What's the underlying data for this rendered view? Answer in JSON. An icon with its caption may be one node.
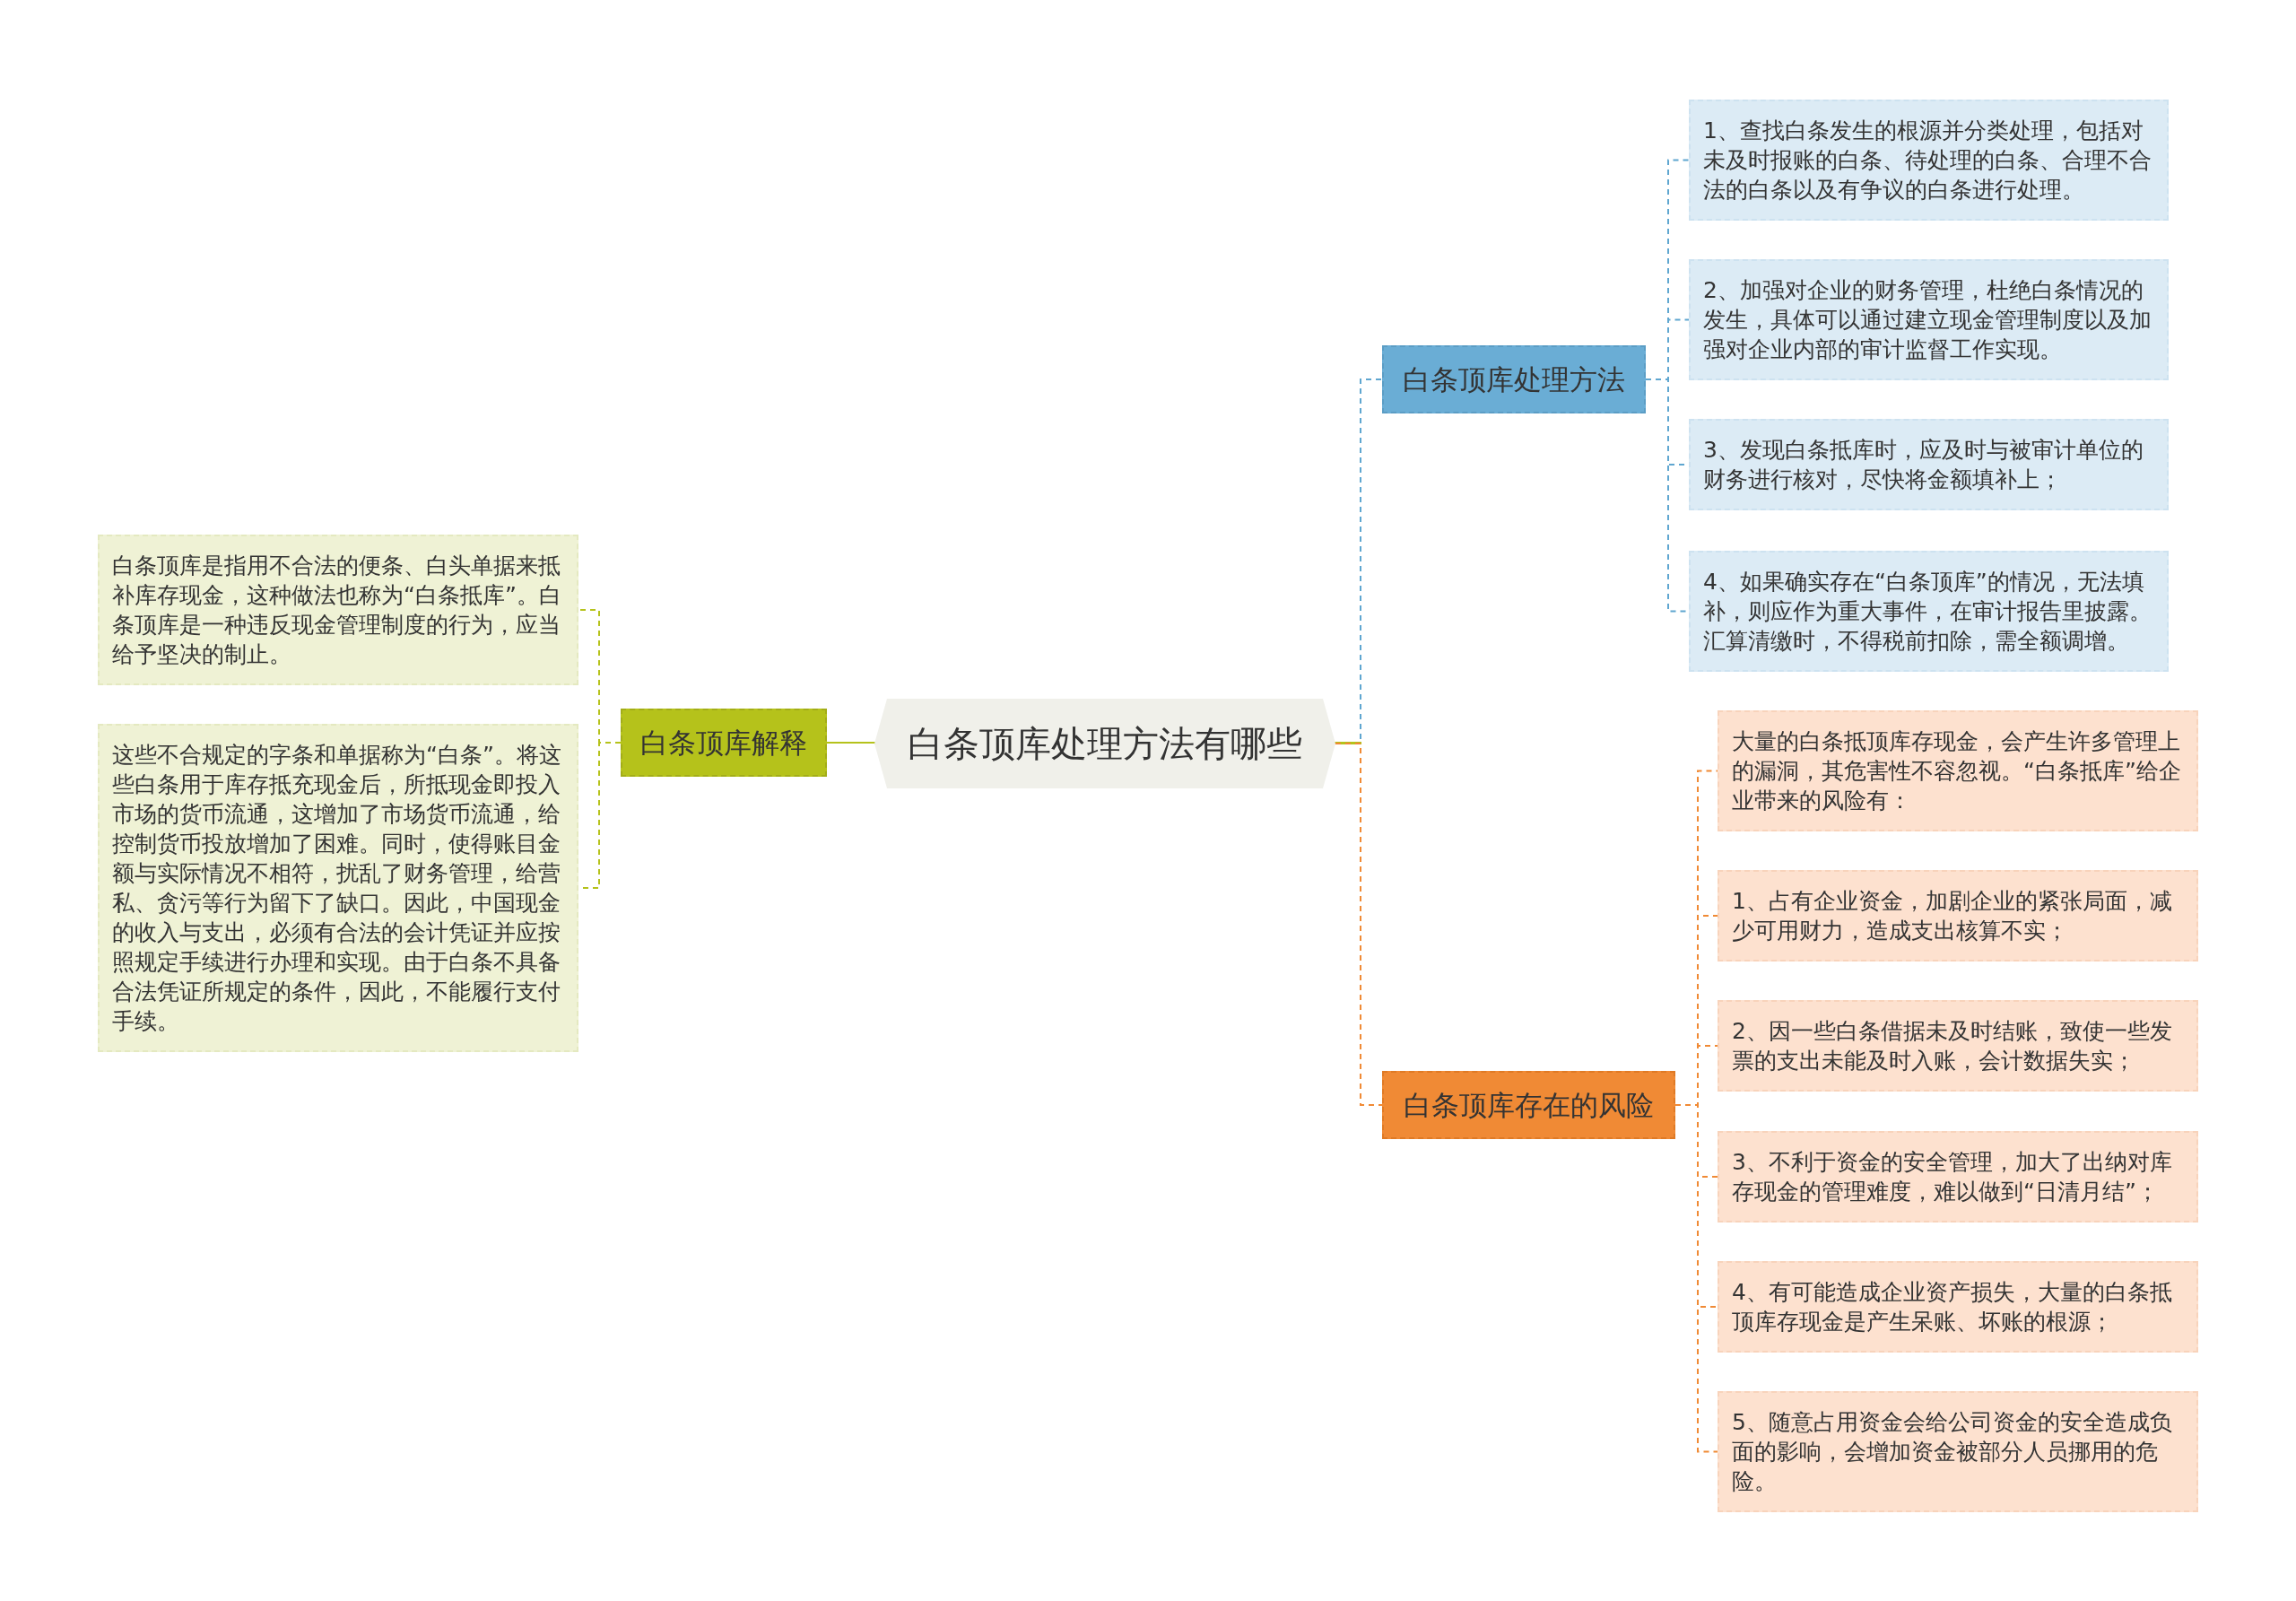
{
  "diagram": {
    "nodes": [
      {
        "text": [
          "白条顶库处理方法有哪些"
        ]
      },
      {
        "text": [
          "白条顶库解释"
        ]
      },
      {
        "text": [
          "白条顶库是指用不合法的便条、白头单据来抵补库存现金，这种做法也称为“白条抵库”。白条顶库是一种违反现金管理制度的行为，应当给予坚决的制止。"
        ]
      },
      {
        "text": [
          "这些不合规定的字条和单据称为“白条”。将这些白条用于库存抵充现金后，所抵现金即投入市场的货币流通，这增加了市场货币流通，给控制货币投放增加了困难。同时，使得账目金额与实际情况不相符，扰乱了财务管理，给营私、贪污等行为留下了缺口。因此，中国现金的收入与支出，必须有合法的会计凭证并应按照规定手续进行办理和实现。由于白条不具备合法凭证所规定的条件，因此，不能履行支付手续。"
        ]
      },
      {
        "text": [
          "白条顶库处理方法"
        ]
      },
      {
        "text": [
          "1、查找白条发生的根源并分类处理，包括对未及时报账的白条、待处理的白条、合理不合法的白条以及有争议的白条进行处理。"
        ]
      },
      {
        "text": [
          "2、加强对企业的财务管理，杜绝白条情况的发生，具体可以通过建立现金管理制度以及加强对企业内部的审计监督工作实现。"
        ]
      },
      {
        "text": [
          "3、发现白条抵库时，应及时与被审计单位的财务进行核对，尽快将金额填补上；"
        ]
      },
      {
        "text": [
          "4、如果确实存在“白条顶库”的情况，无法填补，则应作为重大事件，在审计报告里披露。汇算清缴时，不得税前扣除，需全额调增。"
        ]
      },
      {
        "text": [
          "白条顶库存在的风险"
        ]
      },
      {
        "text": [
          "大量的白条抵顶库存现金，会产生许多管理上的漏洞，其危害性不容忽视。“白条抵库”给企业带来的风险有："
        ]
      },
      {
        "text": [
          "1、占有企业资金，加剧企业的紧张局面，减少可用财力，造成支出核算不实；"
        ]
      },
      {
        "text": [
          "2、因一些白条借据未及时结账，致使一些发票的支出未能及时入账，会计数据失实；"
        ]
      },
      {
        "text": [
          "3、不利于资金的安全管理，加大了出纳对库存现金的管理难度，难以做到“日清月结”；"
        ]
      },
      {
        "text": [
          "4、有可能造成企业资产损失，大量的白条抵顶库存现金是产生呆账、坏账的根源；"
        ]
      },
      {
        "text": [
          "5、随意占用资金会给公司资金的安全造成负面的影响，会增加资金被部分人员挪用的危险。"
        ]
      }
    ],
    "edges": [
      {
        "from": 0,
        "to": 1,
        "arrow": "none",
        "color": "#b5c21b"
      },
      {
        "from": 1,
        "to": 2,
        "arrow": "none",
        "style": "dashed",
        "color": "#b5c21b"
      },
      {
        "from": 1,
        "to": 3,
        "arrow": "none",
        "style": "dashed",
        "color": "#b5c21b"
      },
      {
        "from": 0,
        "to": 4,
        "arrow": "none",
        "style": "dashed",
        "color": "#5fa6d0"
      },
      {
        "from": 4,
        "to": 5,
        "arrow": "none",
        "style": "dashed",
        "color": "#5fa6d0"
      },
      {
        "from": 4,
        "to": 6,
        "arrow": "none",
        "style": "dashed",
        "color": "#5fa6d0"
      },
      {
        "from": 4,
        "to": 7,
        "arrow": "none",
        "style": "dashed",
        "color": "#5fa6d0"
      },
      {
        "from": 4,
        "to": 8,
        "arrow": "none",
        "style": "dashed",
        "color": "#5fa6d0"
      },
      {
        "from": 0,
        "to": 9,
        "arrow": "none",
        "style": "dashed",
        "color": "#f08a35"
      },
      {
        "from": 9,
        "to": 10,
        "arrow": "none",
        "style": "dashed",
        "color": "#f08a35"
      },
      {
        "from": 9,
        "to": 11,
        "arrow": "none",
        "style": "dashed",
        "color": "#f08a35"
      },
      {
        "from": 9,
        "to": 12,
        "arrow": "none",
        "style": "dashed",
        "color": "#f08a35"
      },
      {
        "from": 9,
        "to": 13,
        "arrow": "none",
        "style": "dashed",
        "color": "#f08a35"
      },
      {
        "from": 9,
        "to": 14,
        "arrow": "none",
        "style": "dashed",
        "color": "#f08a35"
      },
      {
        "from": 9,
        "to": 15,
        "arrow": "none",
        "style": "dashed",
        "color": "#f08a35"
      }
    ]
  }
}
